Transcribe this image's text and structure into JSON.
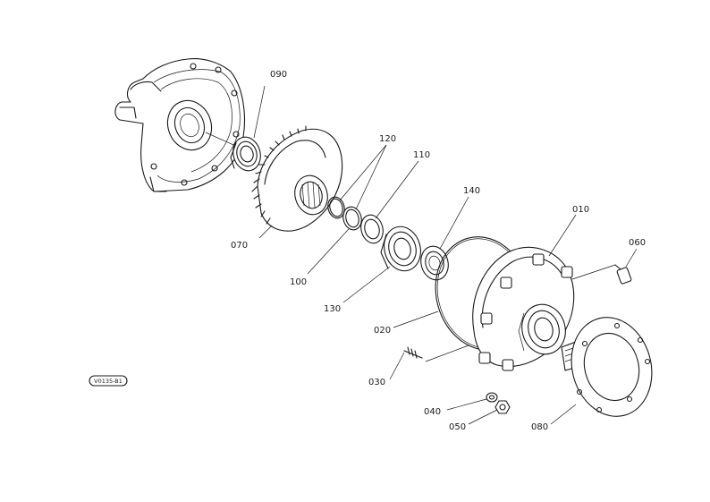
{
  "parts": [
    {
      "id": "p090",
      "number": "090"
    },
    {
      "id": "p120",
      "number": "120"
    },
    {
      "id": "p110",
      "number": "110"
    },
    {
      "id": "p140",
      "number": "140"
    },
    {
      "id": "p010",
      "number": "010"
    },
    {
      "id": "p060",
      "number": "060"
    },
    {
      "id": "p070",
      "number": "070"
    },
    {
      "id": "p100",
      "number": "100"
    },
    {
      "id": "p130",
      "number": "130"
    },
    {
      "id": "p020",
      "number": "020"
    },
    {
      "id": "p030",
      "number": "030"
    },
    {
      "id": "p040",
      "number": "040"
    },
    {
      "id": "p050",
      "number": "050"
    },
    {
      "id": "p080",
      "number": "080"
    }
  ],
  "drawing_code": "V0135-B1",
  "colors": {
    "ink": "#1a1a1a",
    "paper": "#ffffff"
  }
}
